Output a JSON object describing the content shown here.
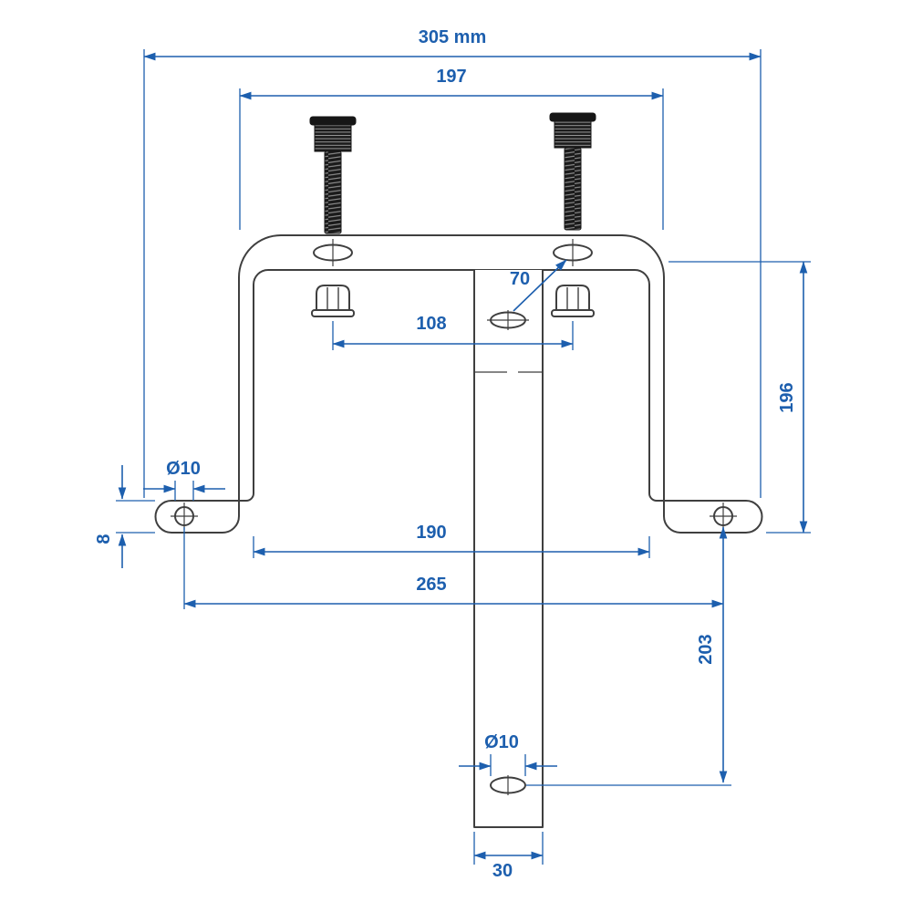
{
  "colors": {
    "dimension_blue": "#1d5fae",
    "outline_gray": "#3f3f3f",
    "bolt_black": "#161616"
  },
  "dimensions": {
    "overall_width": "305 mm",
    "top_plate_width": "197",
    "hole_offset": "70",
    "stud_spacing": "108",
    "overall_height": "196",
    "flange_hole_diameter": "Ø10",
    "flange_thickness": "8",
    "inner_width": "190",
    "flange_hole_spacing": "265",
    "lower_hole_distance": "203",
    "lower_hole_diameter": "Ø10",
    "strip_width": "30"
  }
}
